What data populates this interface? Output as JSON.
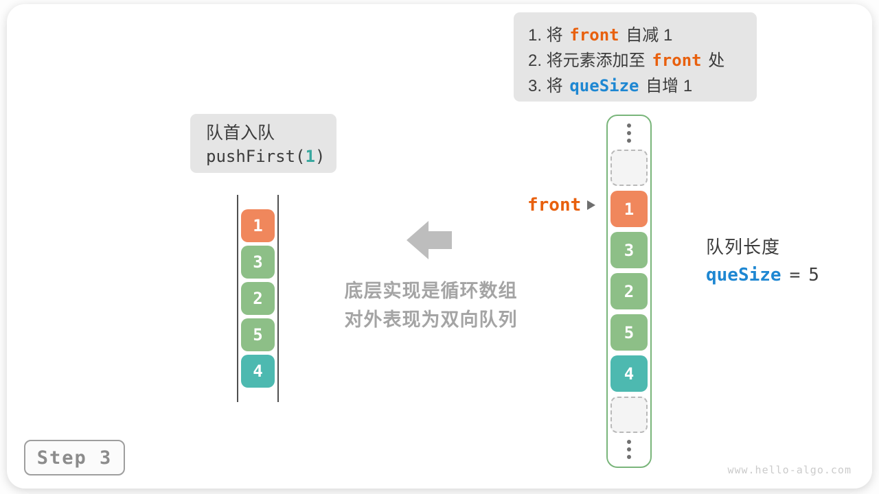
{
  "colors": {
    "box-orange": "#f0875c",
    "box-green": "#8dbf87",
    "box-teal": "#4db9b0",
    "code-orange": "#e8600e",
    "code-blue": "#1e87d2",
    "code-teal": "#3aa89f",
    "note-bg": "#e5e5e5",
    "container-border": "#79b57a",
    "gray-note": "#a4a4a4",
    "arrow-gray": "#bdbdbd",
    "ink": "#3c3c3c"
  },
  "instruction_note": {
    "line1": {
      "pre": "1. 将 ",
      "code": "front",
      "post": " 自减 1"
    },
    "line2": {
      "pre": "2. 将元素添加至 ",
      "code": "front",
      "post": " 处"
    },
    "line3": {
      "pre": "3. 将 ",
      "code": "queSize",
      "post": " 自增 1"
    }
  },
  "operation_label": {
    "title": "队首入队",
    "code_pre": "pushFirst(",
    "code_arg": "1",
    "code_post": ")"
  },
  "abstract_queue": {
    "items": [
      {
        "value": "1",
        "color": "orange"
      },
      {
        "value": "3",
        "color": "green"
      },
      {
        "value": "2",
        "color": "green"
      },
      {
        "value": "5",
        "color": "green"
      },
      {
        "value": "4",
        "color": "teal"
      }
    ]
  },
  "implementation_note": {
    "line1": "底层实现是循环数组",
    "line2": "对外表现为双向队列"
  },
  "front_pointer": {
    "label": "front"
  },
  "circular_array": {
    "cells": [
      {
        "type": "ellipsis"
      },
      {
        "type": "empty"
      },
      {
        "type": "value",
        "value": "1",
        "color": "orange"
      },
      {
        "type": "value",
        "value": "3",
        "color": "green"
      },
      {
        "type": "value",
        "value": "2",
        "color": "green"
      },
      {
        "type": "value",
        "value": "5",
        "color": "green"
      },
      {
        "type": "value",
        "value": "4",
        "color": "teal"
      },
      {
        "type": "empty"
      },
      {
        "type": "ellipsis"
      }
    ]
  },
  "queue_length": {
    "label": "队列长度",
    "variable": "queSize",
    "equals": "=",
    "value": "5"
  },
  "step_badge": {
    "label": "Step 3"
  },
  "watermark": "www.hello-algo.com"
}
